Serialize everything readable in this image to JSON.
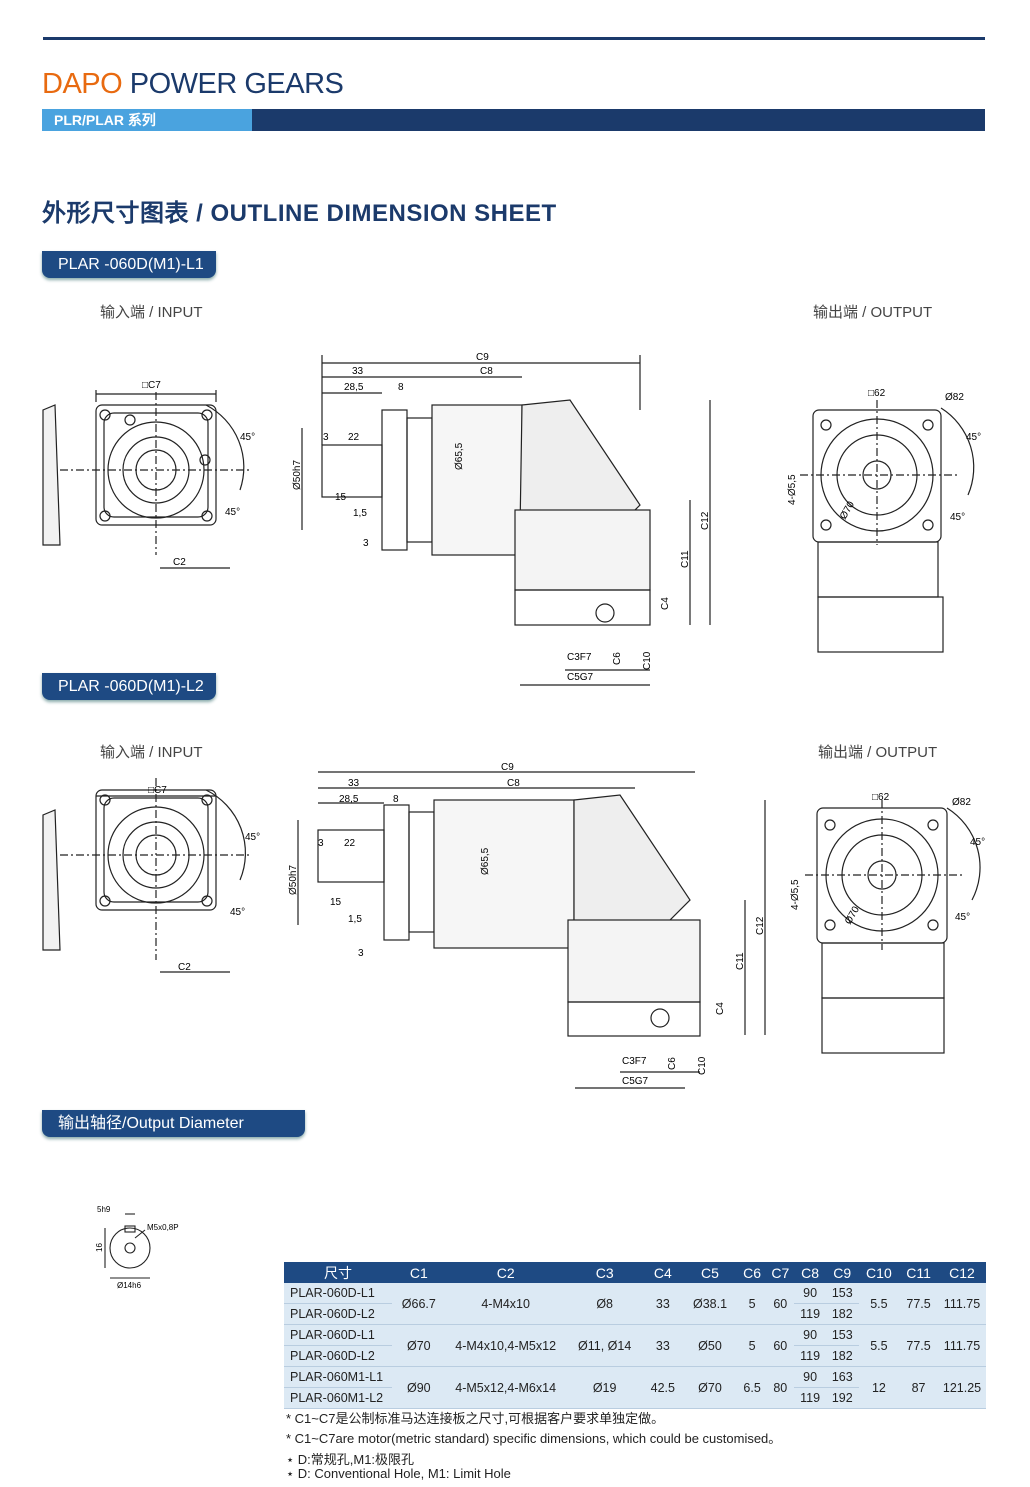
{
  "brand": {
    "part1": "DAPO",
    "part2": "POWER GEARS"
  },
  "series": "PLR/PLAR 系列",
  "sheet_title": "外形尺寸图表 / OUTLINE DIMENSION SHEET",
  "models": [
    {
      "name": "PLAR -060D(M1)-L1",
      "input_label": "输入端 / INPUT",
      "output_label": "输出端 / OUTPUT"
    },
    {
      "name": "PLAR -060D(M1)-L2",
      "input_label": "输入端 / INPUT",
      "output_label": "输出端 / OUTPUT"
    }
  ],
  "drawing_labels": {
    "c7": "□C7",
    "c2": "C2",
    "a45": "45°",
    "c9": "C9",
    "c8": "C8",
    "d33": "33",
    "d285": "28,5",
    "d8": "8",
    "d3": "3",
    "d22": "22",
    "d15": "15",
    "d15b": "1,5",
    "d50": "Ø50h7",
    "d655": "Ø65,5",
    "c12": "C12",
    "c11": "C11",
    "c4": "C4",
    "c3": "C3F7",
    "c6": "C6",
    "c10": "C10",
    "c5": "C5G7",
    "s62": "□62",
    "d82": "Ø82",
    "h455": "4-Ø5,5",
    "d70": "Ø70"
  },
  "output_diameter_title": "输出轴径/Output Diameter",
  "shaft_labels": {
    "key": "5h9",
    "thread": "M5x0,8P",
    "height": "16",
    "diameter": "Ø14h6"
  },
  "table": {
    "headers": [
      "尺寸",
      "C1",
      "C2",
      "C3",
      "C4",
      "C5",
      "C6",
      "C7",
      "C8",
      "C9",
      "C10",
      "C11",
      "C12"
    ],
    "groups": [
      {
        "models": [
          "PLAR-060D-L1",
          "PLAR-060D-L2"
        ],
        "c1": "Ø66.7",
        "c2": "4-M4x10",
        "c3": "Ø8",
        "c4": "33",
        "c5": "Ø38.1",
        "c6": "5",
        "c7": "60",
        "c8": [
          "90",
          "119"
        ],
        "c9": [
          "153",
          "182"
        ],
        "c10": "5.5",
        "c11": "77.5",
        "c12": "111.75"
      },
      {
        "models": [
          "PLAR-060D-L1",
          "PLAR-060D-L2"
        ],
        "c1": "Ø70",
        "c2": "4-M4x10,4-M5x12",
        "c3": "Ø11, Ø14",
        "c4": "33",
        "c5": "Ø50",
        "c6": "5",
        "c7": "60",
        "c8": [
          "90",
          "119"
        ],
        "c9": [
          "153",
          "182"
        ],
        "c10": "5.5",
        "c11": "77.5",
        "c12": "111.75"
      },
      {
        "models": [
          "PLAR-060M1-L1",
          "PLAR-060M1-L2"
        ],
        "c1": "Ø90",
        "c2": "4-M5x12,4-M6x14",
        "c3": "Ø19",
        "c4": "42.5",
        "c5": "Ø70",
        "c6": "6.5",
        "c7": "80",
        "c8": [
          "90",
          "119"
        ],
        "c9": [
          "163",
          "192"
        ],
        "c10": "12",
        "c11": "87",
        "c12": "121.25"
      }
    ]
  },
  "notes": [
    "* C1~C7是公制标准马达连接板之尺寸,可根据客户要求单独定做。",
    "* C1~C7are motor(metric standard)  specific dimensions, which could be customised。",
    "⋆ D:常规孔,M1:极限孔",
    "⋆ D: Conventional Hole, M1: Limit Hole"
  ]
}
